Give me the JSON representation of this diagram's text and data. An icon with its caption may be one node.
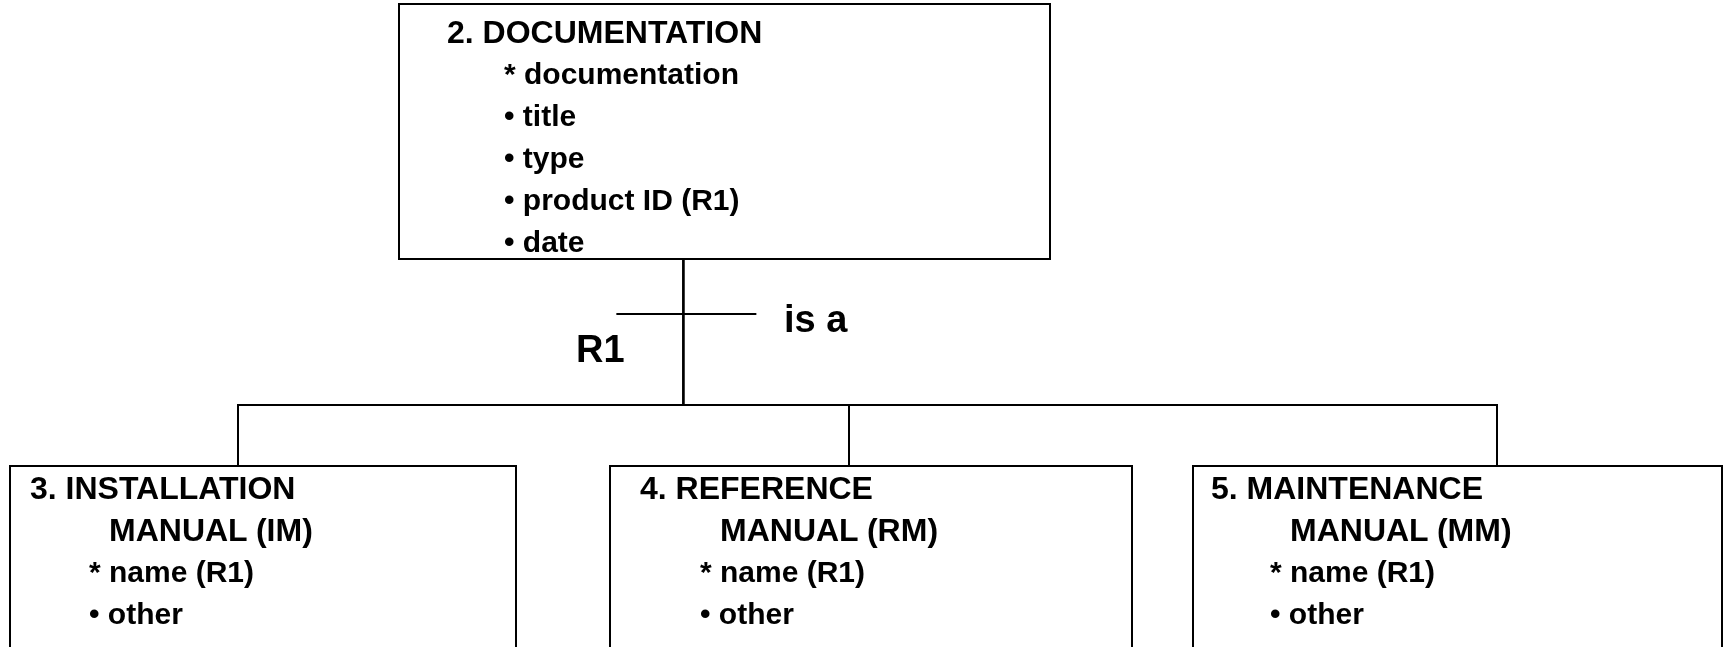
{
  "diagram": {
    "nodes": [
      {
        "text": [
          "2. DOCUMENTATION",
          "* documentation",
          "• title",
          "• type",
          "• product ID (R1)",
          "• date"
        ]
      },
      {
        "text": [
          "3. INSTALLATION MANUAL (IM)",
          "* name (R1)",
          "• other"
        ]
      },
      {
        "text": [
          "4. REFERENCE MANUAL (RM)",
          "* name (R1)",
          "• other"
        ]
      },
      {
        "text": [
          "5. MAINTENANCE MANUAL (MM)",
          "* name (R1)",
          "• other"
        ]
      }
    ],
    "edges": [
      {
        "from": 0,
        "to": 1,
        "arrow": "none"
      },
      {
        "from": 0,
        "to": 2,
        "arrow": "none"
      },
      {
        "from": 0,
        "to": 3,
        "arrow": "none"
      }
    ],
    "labels": [
      "is a",
      "R1"
    ]
  }
}
